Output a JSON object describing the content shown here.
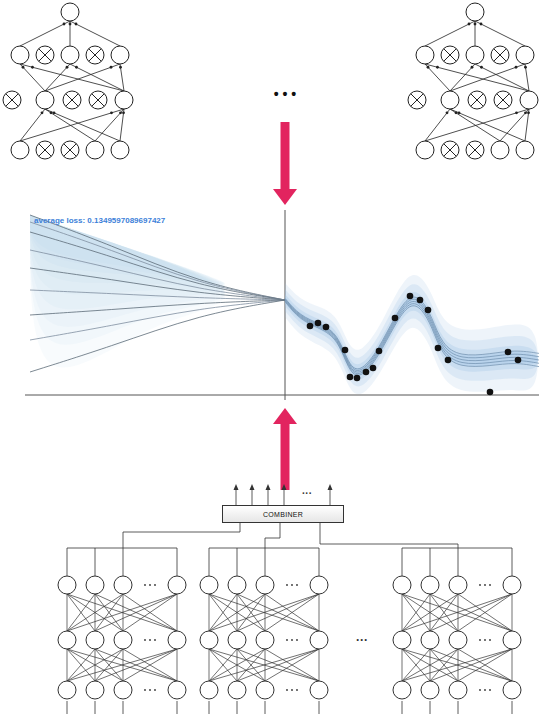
{
  "diagram": {
    "nodes": [
      {
        "text": [
          "COMBINER"
        ]
      }
    ],
    "labels": [
      "• • •",
      "average loss: 0.1349597089697427",
      "···",
      "···"
    ]
  }
}
